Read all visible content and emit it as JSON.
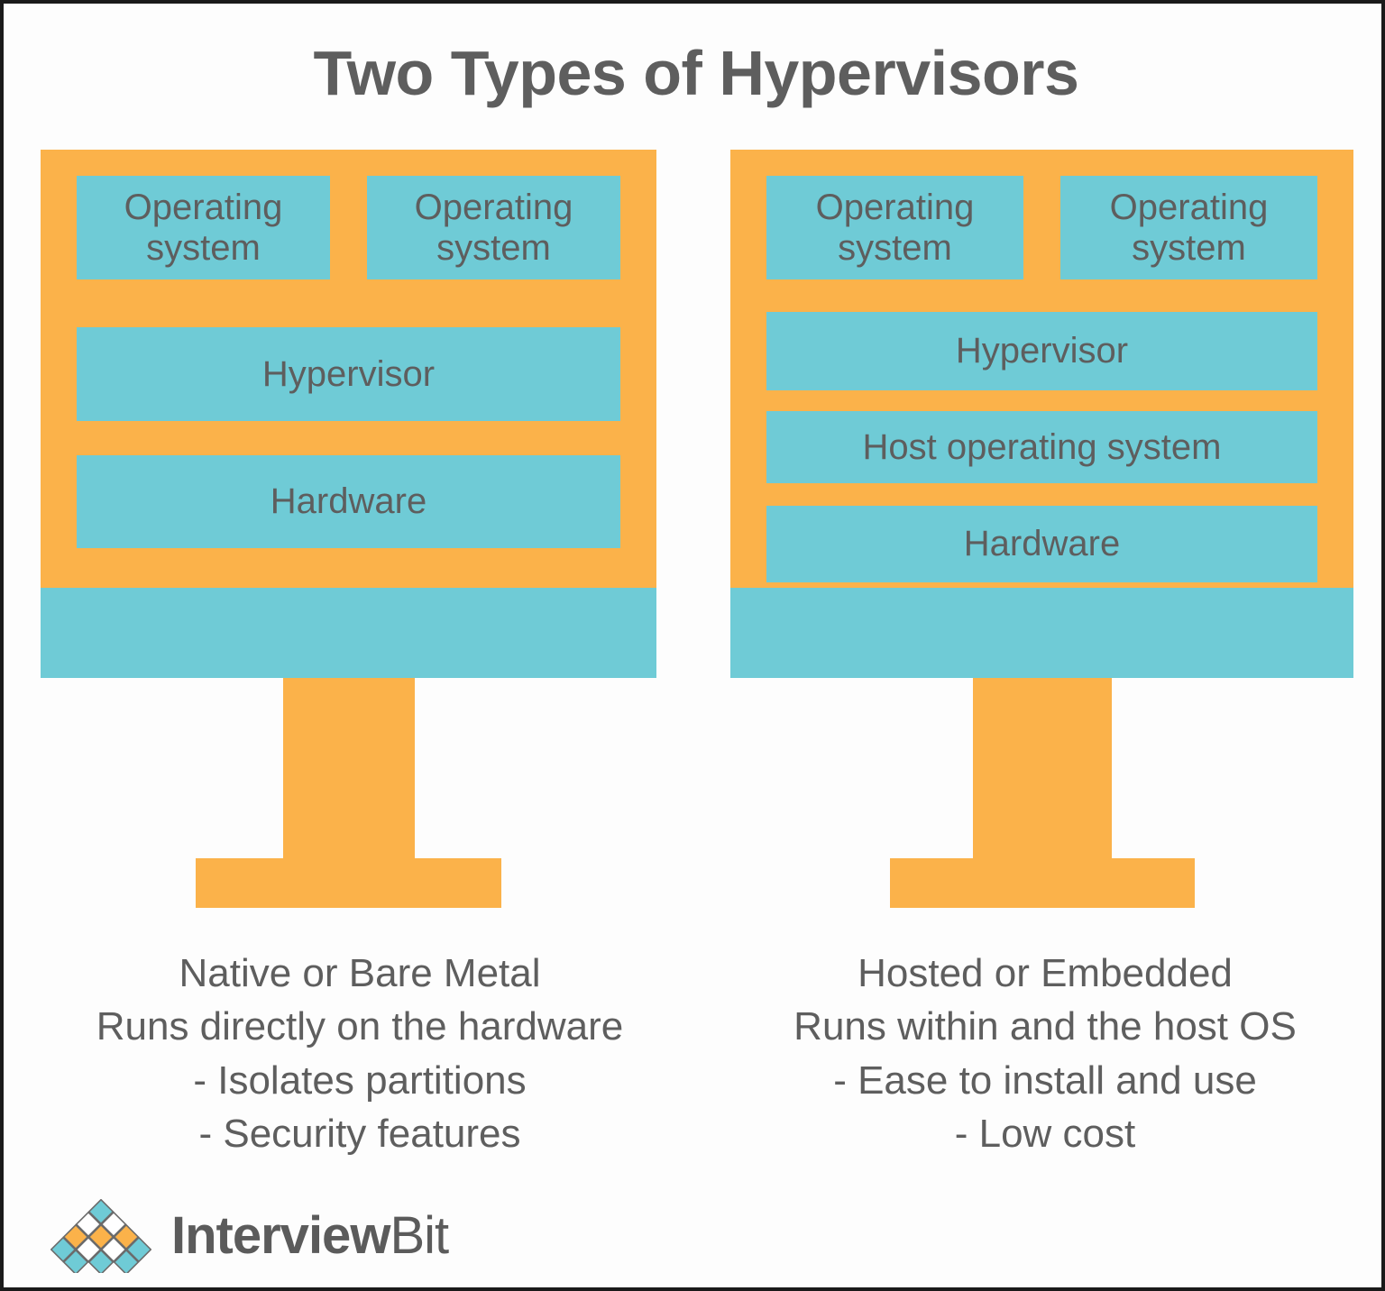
{
  "title": "Two Types of Hypervisors",
  "colors": {
    "teal": "#6FCBD6",
    "orange": "#FBB24A",
    "text_gray": "#5e5e5e",
    "background": "#fdfdfd",
    "border": "#1a1a1a"
  },
  "diagrams": [
    {
      "id": "type-1",
      "os_boxes": [
        "Operating system",
        "Operating system"
      ],
      "layers": [
        {
          "name": "hypervisor",
          "label": "Hypervisor"
        },
        {
          "name": "hardware",
          "label": "Hardware"
        }
      ],
      "caption": [
        "Native or Bare Metal",
        "Runs directly on the hardware",
        "- Isolates partitions",
        "- Security features"
      ]
    },
    {
      "id": "type-2",
      "os_boxes": [
        "Operating system",
        "Operating system"
      ],
      "layers": [
        {
          "name": "hypervisor",
          "label": "Hypervisor"
        },
        {
          "name": "host-operating-system",
          "label": "Host operating system"
        },
        {
          "name": "hardware",
          "label": "Hardware"
        }
      ],
      "caption": [
        "Hosted or Embedded",
        "Runs within and the host OS",
        "- Ease to install and use",
        "- Low cost"
      ]
    }
  ],
  "logo": {
    "name": "interviewbit-logo",
    "text_primary": "Interview",
    "text_secondary": "Bit"
  }
}
